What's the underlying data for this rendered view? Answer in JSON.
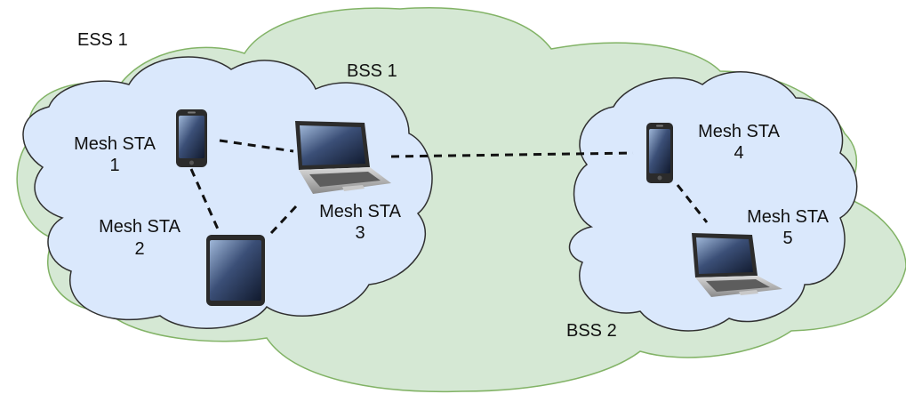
{
  "ess": {
    "label": "ESS 1"
  },
  "bss": [
    {
      "label": "BSS 1"
    },
    {
      "label": "BSS 2"
    }
  ],
  "stations": [
    {
      "line1": "Mesh STA",
      "line2": "1",
      "device": "smartphone"
    },
    {
      "line1": "Mesh STA",
      "line2": "2",
      "device": "tablet"
    },
    {
      "line1": "Mesh STA",
      "line2": "3",
      "device": "laptop"
    },
    {
      "line1": "Mesh STA",
      "line2": "4",
      "device": "smartphone"
    },
    {
      "line1": "Mesh STA",
      "line2": "5",
      "device": "laptop"
    }
  ],
  "colors": {
    "ess_fill": "#d5e8d4",
    "ess_stroke": "#82b366",
    "bss_fill": "#dae8fc",
    "bss_stroke": "#303030",
    "link": "#111111"
  }
}
